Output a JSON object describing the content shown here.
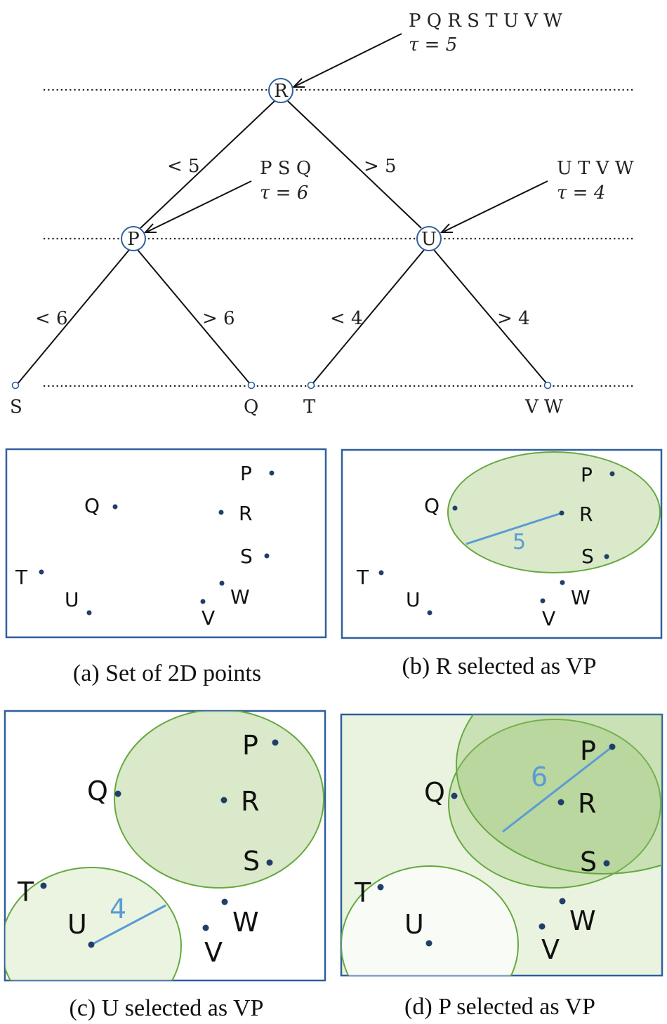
{
  "tree": {
    "root": {
      "label": "R",
      "set": "P Q R S T U V W",
      "tau": "τ = 5"
    },
    "left": {
      "label": "P",
      "set": "P S Q",
      "tau": "τ = 6",
      "edge_label": "< 5"
    },
    "right": {
      "label": "U",
      "set": "U T V W",
      "tau": "τ = 4",
      "edge_label": "> 5"
    },
    "leaves": [
      {
        "label": "S",
        "edge_label": "< 6"
      },
      {
        "label": "Q",
        "edge_label": "> 6"
      },
      {
        "label": "T",
        "edge_label": "< 4"
      },
      {
        "label": "V W",
        "edge_label": "> 4"
      }
    ]
  },
  "panels": {
    "a": {
      "caption": "(a) Set of 2D points"
    },
    "b": {
      "caption": "(b) R selected as VP",
      "radius_label": "5"
    },
    "c": {
      "caption": "(c) U selected as VP",
      "radius_label": "4"
    },
    "d": {
      "caption": "(d) P selected as VP",
      "radius_label": "6"
    }
  },
  "points": {
    "P": "P",
    "Q": "Q",
    "R": "R",
    "S": "S",
    "T": "T",
    "U": "U",
    "V": "V",
    "W": "W"
  },
  "colors": {
    "frame": "#2f5f9e",
    "ball_fill": "#b9d79c",
    "ball_stroke": "#66a840",
    "radius": "#5b9bd5"
  }
}
